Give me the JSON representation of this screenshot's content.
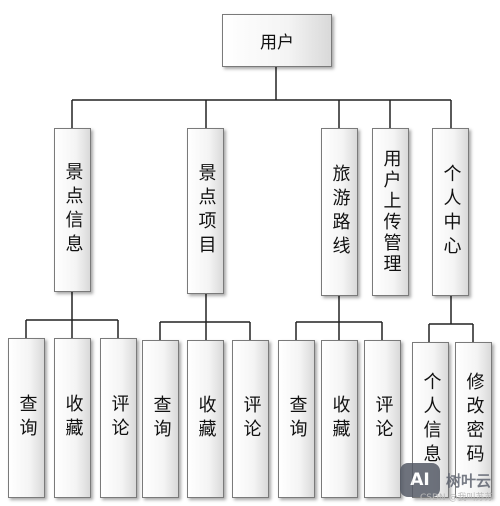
{
  "root": "用户",
  "categories": [
    {
      "label": "景点信息",
      "children": [
        "查询",
        "收藏",
        "评论"
      ]
    },
    {
      "label": "景点项目",
      "children": [
        "查询",
        "收藏",
        "评论"
      ]
    },
    {
      "label": "旅游路线",
      "children": [
        "查询",
        "收藏",
        "评论"
      ]
    },
    {
      "label": "用户上传管理",
      "children": []
    },
    {
      "label": "个人中心",
      "children": [
        "个人信息",
        "修改密码"
      ]
    }
  ],
  "watermark": {
    "icon": "AI",
    "text": "树叶云",
    "sub": "CSDN @我叫苏苏"
  }
}
